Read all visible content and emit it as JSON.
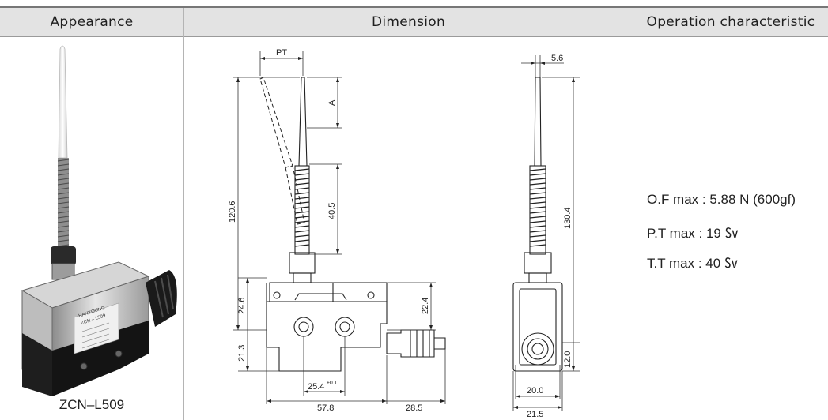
{
  "header": {
    "col1": "Appearance",
    "col2": "Dimension",
    "col3": "Operation characteristic"
  },
  "appearance": {
    "model": "ZCN–L509",
    "body_label_brand": "HANYOUNG",
    "body_label_model": "ZCN – L509"
  },
  "dimension": {
    "pt_label": "PT",
    "a_label": "A",
    "overall_height": "120.6",
    "spring_length": "40.5",
    "body_height": "24.6",
    "body_upper": "22.4",
    "body_lower": "21.3",
    "hole_pitch": "25.4",
    "hole_pitch_tol": "±0.1",
    "body_width": "57.8",
    "cable_length": "28.5",
    "side_top_width": "5.6",
    "side_height": "130.4",
    "side_bottom": "12.0",
    "side_width_inner": "20.0",
    "side_width_outer": "21.5"
  },
  "operation": {
    "of": "O.F max : 5.88 N (600gf)",
    "pt": "P.T max : 19 ㏜",
    "tt": "T.T max : 40 ㏜"
  }
}
